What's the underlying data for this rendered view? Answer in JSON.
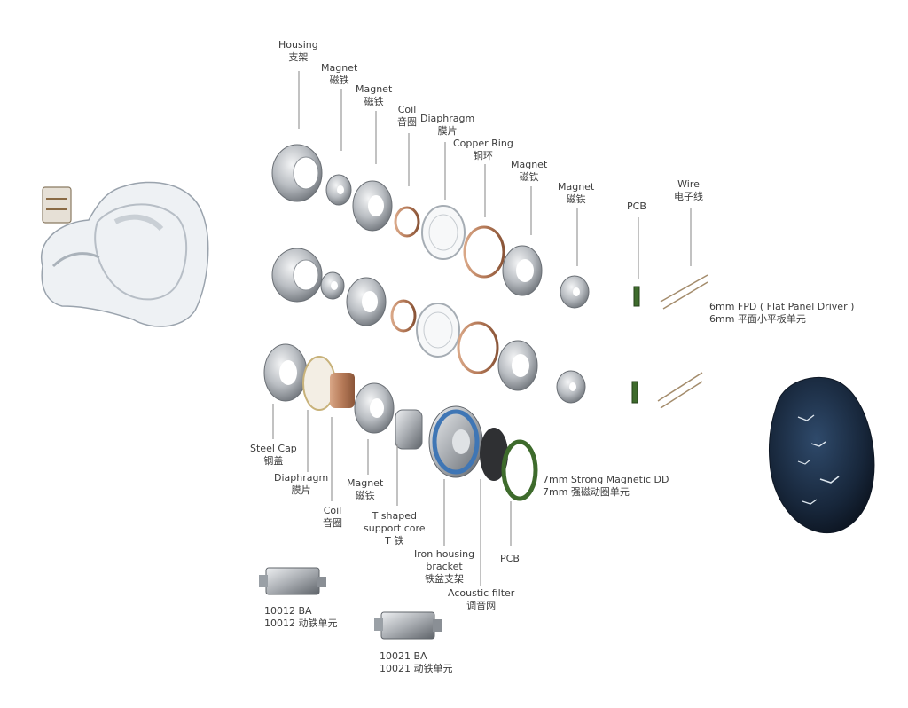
{
  "labels": {
    "housing": {
      "en": "Housing",
      "zh": "支架"
    },
    "magnet1": {
      "en": "Magnet",
      "zh": "磁铁"
    },
    "magnet2": {
      "en": "Magnet",
      "zh": "磁铁"
    },
    "coil_top": {
      "en": "Coil",
      "zh": "音圈"
    },
    "diaphragm_top": {
      "en": "Diaphragm",
      "zh": "膜片"
    },
    "copper_ring": {
      "en": "Copper Ring",
      "zh": "铜环"
    },
    "magnet3": {
      "en": "Magnet",
      "zh": "磁铁"
    },
    "magnet4": {
      "en": "Magnet",
      "zh": "磁铁"
    },
    "pcb_top": {
      "en": "PCB"
    },
    "wire": {
      "en": "Wire",
      "zh": "电子线"
    },
    "fpd": {
      "en": "6mm FPD ( Flat Panel Driver )",
      "zh": "6mm 平面小平板单元"
    },
    "dd": {
      "en": "7mm Strong Magnetic DD",
      "zh": "7mm 强磁动圈单元"
    },
    "steel_cap": {
      "en": "Steel Cap",
      "zh": "钢盖"
    },
    "diaphragm_bot": {
      "en": "Diaphragm",
      "zh": "膜片"
    },
    "coil_bot": {
      "en": "Coil",
      "zh": "音圈"
    },
    "magnet_bot": {
      "en": "Magnet",
      "zh": "磁铁"
    },
    "t_core": {
      "en1": "T shaped",
      "en2": "support core",
      "zh": "T 铁"
    },
    "iron_bracket": {
      "en1": "Iron housing",
      "en2": "bracket",
      "zh": "铁盆支架"
    },
    "acoustic": {
      "en": "Acoustic filter",
      "zh": "调音网"
    },
    "pcb_bot": {
      "en": "PCB"
    },
    "ba1": {
      "en": "10012 BA",
      "zh": "10012 动铁单元"
    },
    "ba2": {
      "en": "10021 BA",
      "zh": "10021 动铁单元"
    }
  },
  "colors": {
    "metal": "#b9bdc2",
    "metal_dark": "#7d8288",
    "copper": "#a0664a",
    "pcb_green": "#3e6b2c",
    "blue_ring": "#3f76b5",
    "shell_dark": "#1e3049",
    "shell_clear": "#d7dde3"
  }
}
